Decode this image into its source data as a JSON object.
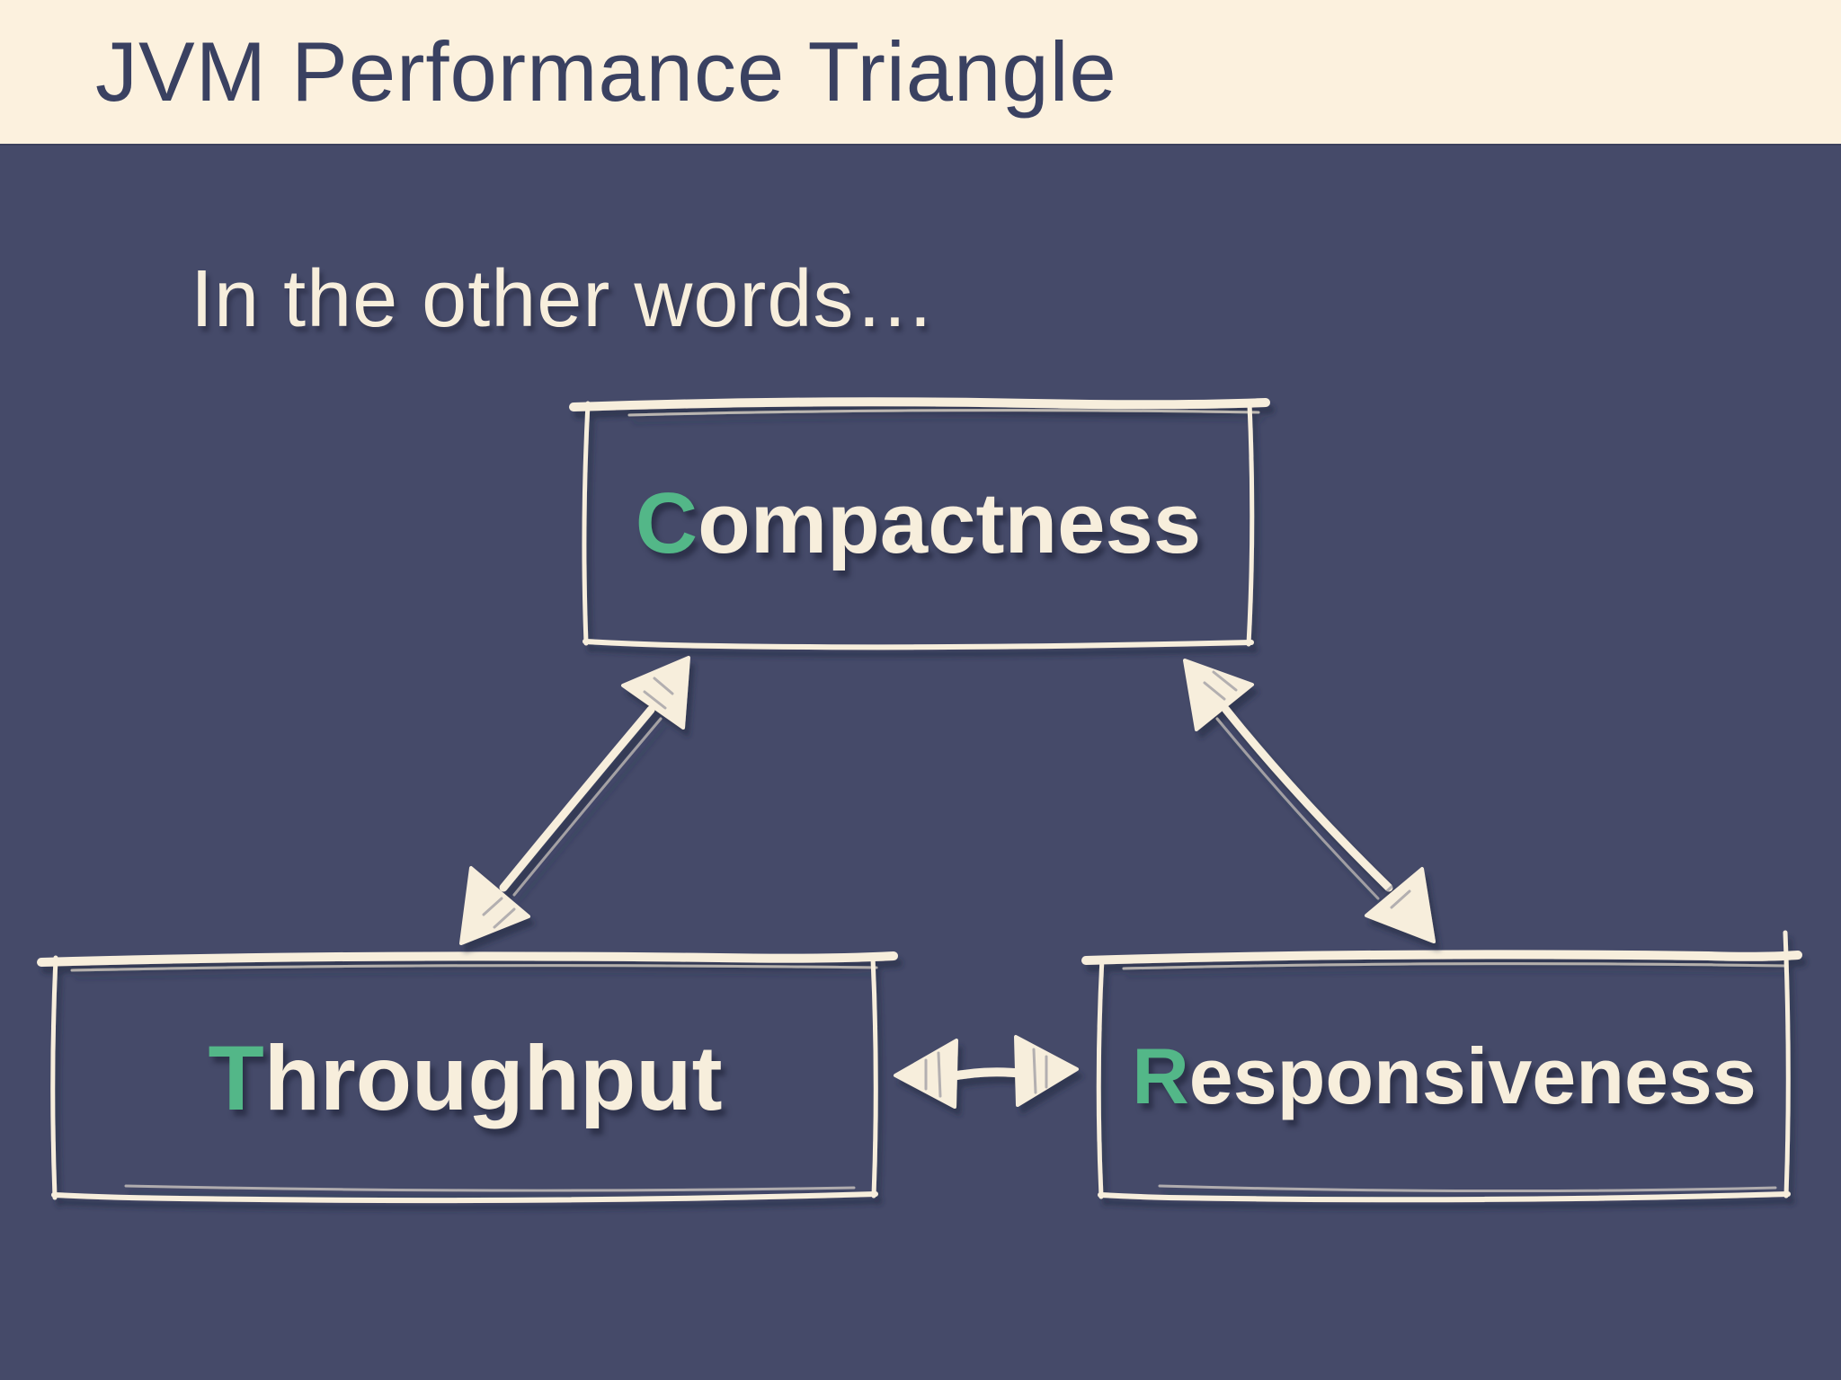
{
  "slide": {
    "title": "JVM Performance Triangle",
    "subtitle": "In the other words…",
    "nodes": [
      {
        "id": "compactness",
        "label": "Compactness",
        "initial": "C",
        "rest": "ompactness"
      },
      {
        "id": "throughput",
        "label": "Throughput",
        "initial": "T",
        "rest": "hroughput"
      },
      {
        "id": "responsiveness",
        "label": "Responsiveness",
        "initial": "R",
        "rest": "esponsiveness"
      }
    ],
    "connections": [
      {
        "from": "Compactness",
        "to": "Throughput",
        "type": "bidirectional-arrow"
      },
      {
        "from": "Compactness",
        "to": "Responsiveness",
        "type": "bidirectional-arrow"
      },
      {
        "from": "Throughput",
        "to": "Responsiveness",
        "type": "bidirectional-arrow"
      }
    ],
    "colors": {
      "header_bg": "#fcf1de",
      "body_bg": "#454a69",
      "title_text": "#3a4161",
      "node_text": "#f7eedc",
      "accent_initial": "#53b788",
      "sketch_stroke": "#f7eedc"
    }
  }
}
